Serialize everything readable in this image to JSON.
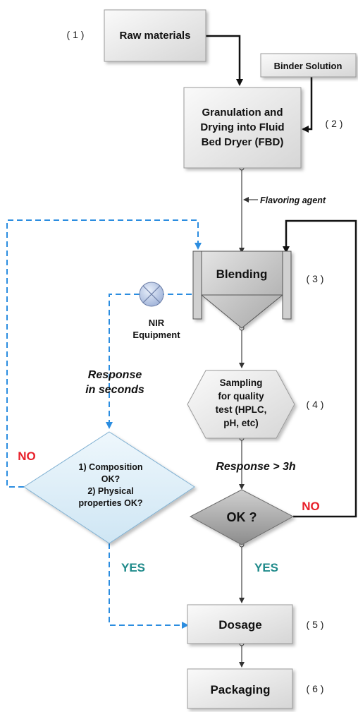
{
  "steps": {
    "raw_materials": "Raw materials",
    "binder_solution": "Binder Solution",
    "granulation": [
      "Granulation and",
      "Drying into Fluid",
      "Bed Dryer (FBD)"
    ],
    "flavoring_agent": "Flavoring agent",
    "blending": "Blending",
    "nir": [
      "NIR",
      "Equipment"
    ],
    "sampling": [
      "Sampling",
      "for quality",
      "test (HPLC,",
      "pH, etc)"
    ],
    "response_seconds": [
      "Response",
      "in seconds"
    ],
    "response_3h": "Response  > 3h",
    "composition_check": [
      "1) Composition",
      "OK?",
      "2) Physical",
      "properties OK?"
    ],
    "ok_check": "OK ?",
    "dosage": "Dosage",
    "packaging": "Packaging"
  },
  "numbers": {
    "n1": "( 1 )",
    "n2": "( 2 )",
    "n3": "( 3 )",
    "n4": "( 4 )",
    "n5": "( 5 )",
    "n6": "( 6 )"
  },
  "decisions": {
    "no_left": "NO",
    "no_right": "NO",
    "yes_left": "YES",
    "yes_right": "YES"
  },
  "colors": {
    "dashed_blue": "#2b8de0",
    "no_red": "#e8202a",
    "yes_teal": "#1f8a8a",
    "box_fill": "#e6e6e6",
    "diamond_fill": "#dceef8"
  }
}
